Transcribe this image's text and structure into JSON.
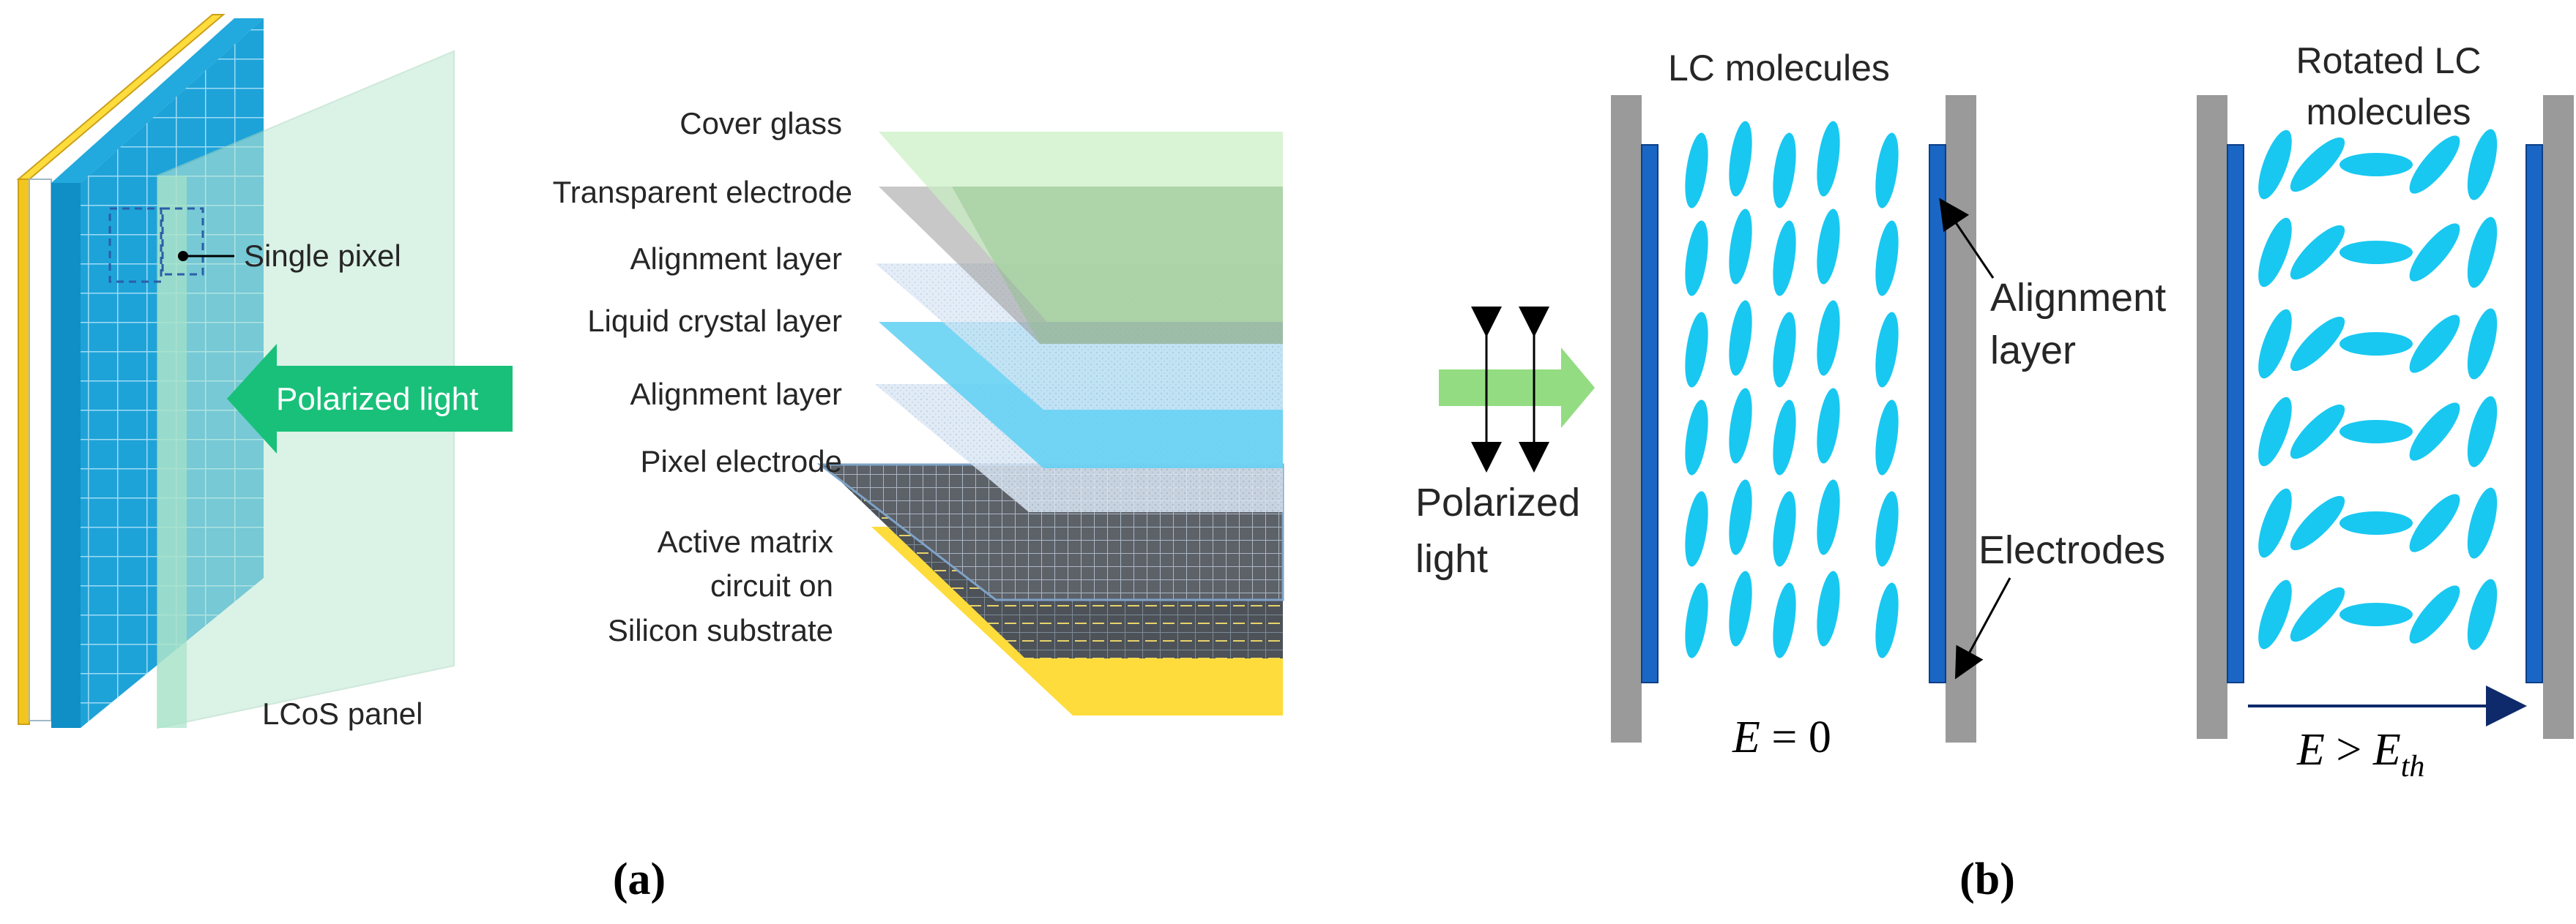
{
  "colors": {
    "cover_glass": "#c9efc2",
    "transparent_electrode": "#a9c9a2",
    "alignment": "#d9e8f5",
    "lc_layer": "#5ed0f3",
    "pixel_electrode": "#7a7f86",
    "silicon": "#fedc3c",
    "arrow_green": "#19c07a",
    "lc_molecule": "#18c8f0",
    "electrode_blue": "#1a66c4",
    "glass_gray": "#9a9a9a"
  },
  "panel_a": {
    "single_pixel": "Single pixel",
    "polarized_light": "Polarized light",
    "lcos_panel": "LCoS panel",
    "layers": {
      "cover_glass": "Cover glass",
      "transparent_electrode": "Transparent electrode",
      "alignment_top": "Alignment layer",
      "liquid_crystal": "Liquid crystal layer",
      "alignment_bottom": "Alignment layer",
      "pixel_electrode": "Pixel electrode",
      "active_matrix_1": "Active matrix",
      "active_matrix_2": "circuit on",
      "active_matrix_3": "Silicon substrate"
    },
    "caption": "(a)"
  },
  "panel_b": {
    "lc_molecules": "LC molecules",
    "rotated_1": "Rotated LC",
    "rotated_2": "molecules",
    "alignment_1": "Alignment",
    "alignment_2": "layer",
    "electrodes": "Electrodes",
    "polarized_1": "Polarized",
    "polarized_2": "light",
    "e_zero_lhs": "E",
    "e_zero_rhs": " = 0",
    "e_gt_lhs": "E",
    "e_gt_mid": " > ",
    "e_gt_rhs": "E",
    "e_gt_sub": "th",
    "caption": "(b)"
  }
}
